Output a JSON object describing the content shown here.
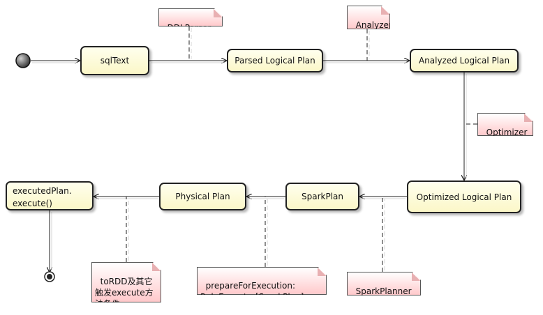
{
  "nodes": {
    "sql_text": "sqlText",
    "parsed_plan": "Parsed Logical Plan",
    "analyzed_plan": "Analyzed Logical Plan",
    "optimized_plan": "Optimized Logical Plan",
    "spark_plan": "SparkPlan",
    "physical_plan": "Physical Plan",
    "executed_plan": "executedPlan.\nexecute()"
  },
  "notes": {
    "ddl_parser": "DDLParser",
    "analyzer": "Analyzer",
    "optimizer": "Optimizer",
    "spark_planner": "SparkPlanner",
    "prepare_for_execution": "prepareForExecution:\nRuleExecutor[SparkPlan]",
    "to_rdd": "toRDD及其它\n触发execute方\n法条件"
  }
}
